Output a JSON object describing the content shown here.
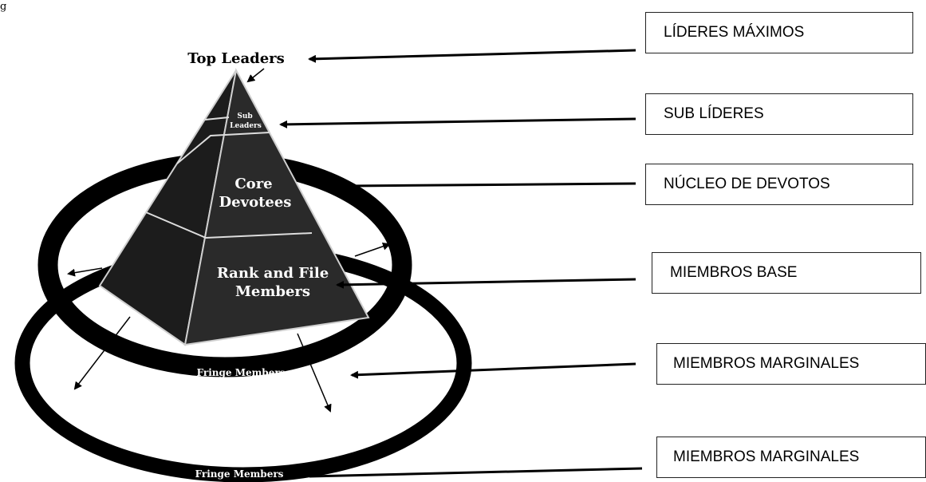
{
  "corner_mark": "g",
  "diagram": {
    "top_label": "Top Leaders",
    "sub_leaders_line1": "Sub",
    "sub_leaders_line2": "Leaders",
    "core_line1": "Core",
    "core_line2": "Devotees",
    "rank_line1": "Rank and File",
    "rank_line2": "Members",
    "inner_ring_label": "Fringe Members",
    "outer_ring_label": "Fringe Members"
  },
  "boxes": [
    {
      "label": "LÍDERES MÁXIMOS"
    },
    {
      "label": "SUB LÍDERES"
    },
    {
      "label": "NÚCLEO DE DEVOTOS"
    },
    {
      "label": "MIEMBROS BASE"
    },
    {
      "label": "MIEMBROS MARGINALES"
    },
    {
      "label": "MIEMBROS MARGINALES"
    }
  ]
}
